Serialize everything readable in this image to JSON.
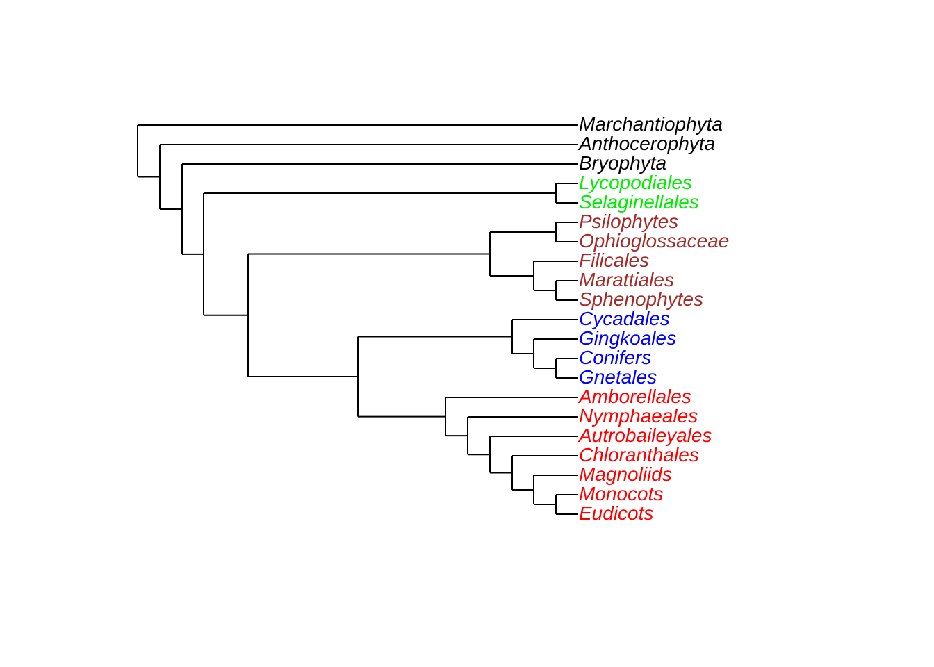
{
  "title": "",
  "clade_colors": {
    "nonvascular": "#000000",
    "lycophytes": "#00ee00",
    "ferns": "#a52a2a",
    "gymnosperms": "#0000ff",
    "angiosperms": "#ff0000"
  },
  "taxa": [
    {
      "label": "Marchantiophyta",
      "clade": "nonvascular"
    },
    {
      "label": "Anthocerophyta",
      "clade": "nonvascular"
    },
    {
      "label": "Bryophyta",
      "clade": "nonvascular"
    },
    {
      "label": "Lycopodiales",
      "clade": "lycophytes"
    },
    {
      "label": "Selaginellales",
      "clade": "lycophytes"
    },
    {
      "label": "Psilophytes",
      "clade": "ferns"
    },
    {
      "label": "Ophioglossaceae",
      "clade": "ferns"
    },
    {
      "label": "Filicales",
      "clade": "ferns"
    },
    {
      "label": "Marattiales",
      "clade": "ferns"
    },
    {
      "label": "Sphenophytes",
      "clade": "ferns"
    },
    {
      "label": "Cycadales",
      "clade": "gymnosperms"
    },
    {
      "label": "Gingkoales",
      "clade": "gymnosperms"
    },
    {
      "label": "Conifers",
      "clade": "gymnosperms"
    },
    {
      "label": "Gnetales",
      "clade": "gymnosperms"
    },
    {
      "label": "Amborellales",
      "clade": "angiosperms"
    },
    {
      "label": "Nymphaeales",
      "clade": "angiosperms"
    },
    {
      "label": "Autrobaileyales",
      "clade": "angiosperms"
    },
    {
      "label": "Chloranthales",
      "clade": "angiosperms"
    },
    {
      "label": "Magnoliids",
      "clade": "angiosperms"
    },
    {
      "label": "Monocots",
      "clade": "angiosperms"
    },
    {
      "label": "Eudicots",
      "clade": "angiosperms"
    }
  ],
  "newick": "(Marchantiophyta,(Anthocerophyta,(Bryophyta,((Lycopodiales,Selaginellales),(((Psilophytes,Ophioglossaceae),(Filicales,(Marattiales,Sphenophytes))),((Cycadales,(Gingkoales,(Conifers,Gnetales))),(Amborellales,(Nymphaeales,(Autrobaileyales,(Chloranthales,(Magnoliids,(Monocots,Eudicots))))))))))));"
}
